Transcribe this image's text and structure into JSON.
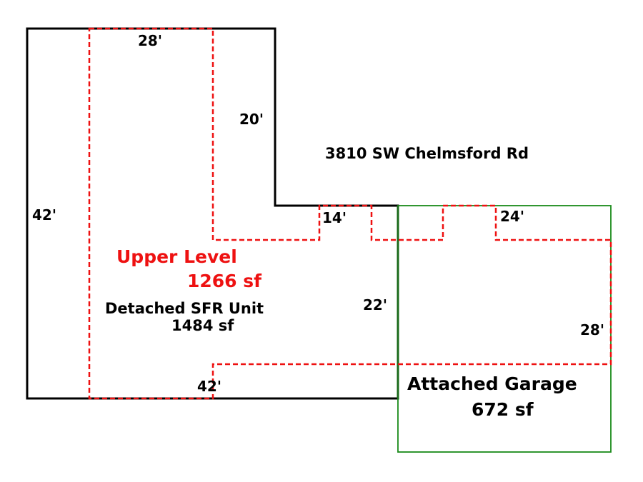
{
  "colors": {
    "house_outline": "#000000",
    "garage_outline": "#1a8a1a",
    "upper_level": "#ee1111"
  },
  "address": "3810 SW Chelmsford Rd",
  "upper_level": {
    "title": "Upper Level",
    "area": "1266 sf"
  },
  "main_unit": {
    "title": "Detached SFR Unit",
    "area": "1484 sf"
  },
  "garage": {
    "title": "Attached Garage",
    "area": "672 sf"
  },
  "dimensions": {
    "top_width": "28'",
    "upper_step": "20'",
    "left_height": "42'",
    "mid_step": "14'",
    "garage_top": "24'",
    "inner_height": "22'",
    "garage_right": "28'",
    "bottom_width": "42'"
  }
}
